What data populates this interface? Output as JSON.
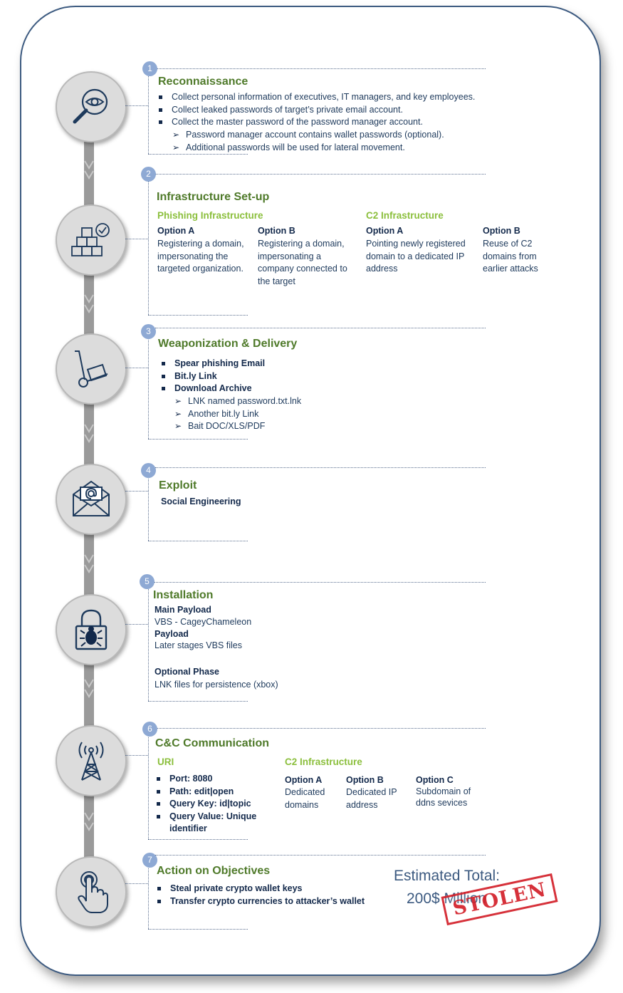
{
  "steps": [
    {
      "num": "1",
      "title": "Reconnaissance",
      "bullets": [
        "Collect personal information of executives, IT managers, and key employees.",
        "Collect leaked passwords of target’s private email account.",
        "Collect the master password of the password manager account."
      ],
      "subbullets": [
        "Password manager account contains wallet passwords (optional).",
        "Additional passwords will be used for lateral movement."
      ]
    },
    {
      "num": "2",
      "title": "Infrastructure Set-up",
      "phishing_title": "Phishing  Infrastructure",
      "c2_title": "C2 Infrastructure",
      "options": [
        {
          "label": "Option A",
          "text": "Registering a domain, impersonating the targeted organization."
        },
        {
          "label": "Option B",
          "text": "Registering a domain, impersonating a company connected to the target"
        },
        {
          "label": "Option A",
          "text": "Pointing newly registered domain to a dedicated IP address"
        },
        {
          "label": "Option B",
          "text": "Reuse of C2 domains from earlier attacks"
        }
      ]
    },
    {
      "num": "3",
      "title": "Weaponization & Delivery",
      "bullets": [
        "Spear phishing Email",
        "Bit.ly Link",
        "Download Archive"
      ],
      "subbullets": [
        "LNK named password.txt.lnk",
        "Another bit.ly Link",
        "Bait DOC/XLS/PDF"
      ]
    },
    {
      "num": "4",
      "title": "Exploit",
      "text": "Social Engineering"
    },
    {
      "num": "5",
      "title": "Installation",
      "main_label": "Main Payload",
      "main_text": "VBS - CageyChameleon",
      "payload_label": "Payload",
      "payload_text": "Later stages VBS files",
      "optional_label": "Optional Phase",
      "optional_text": "LNK files for persistence (xbox)"
    },
    {
      "num": "6",
      "title": "C&C Communication",
      "uri_title": "URI",
      "c2_title": "C2 Infrastructure",
      "uri_items": [
        "Port: 8080",
        "Path: edit|open",
        "Query Key: id|topic",
        "Query Value: Unique identifier"
      ],
      "options": [
        {
          "label": "Option A",
          "text": "Dedicated domains"
        },
        {
          "label": "Option B",
          "text": "Dedicated IP address"
        },
        {
          "label": "Option C",
          "text": "Subdomain of ddns sevices"
        }
      ]
    },
    {
      "num": "7",
      "title": "Action on Objectives",
      "bullets": [
        "Steal private crypto wallet keys",
        "Transfer crypto currencies to attacker’s wallet"
      ]
    }
  ],
  "estimate": {
    "line1": "Estimated Total:",
    "line2": "200$ Million",
    "stamp": "STOLEN"
  },
  "icons": [
    "eye-magnifier-icon",
    "boxes-check-icon",
    "hand-truck-icon",
    "envelope-at-icon",
    "lock-bug-icon",
    "antenna-tower-icon",
    "hand-pointer-icon"
  ],
  "colors": {
    "title_green": "#4f7a2a",
    "subtitle_green": "#8bbf3c",
    "text_navy": "#1e3a5c",
    "badge_blue": "#8ea9d4",
    "stamp_red": "#d3202a"
  }
}
